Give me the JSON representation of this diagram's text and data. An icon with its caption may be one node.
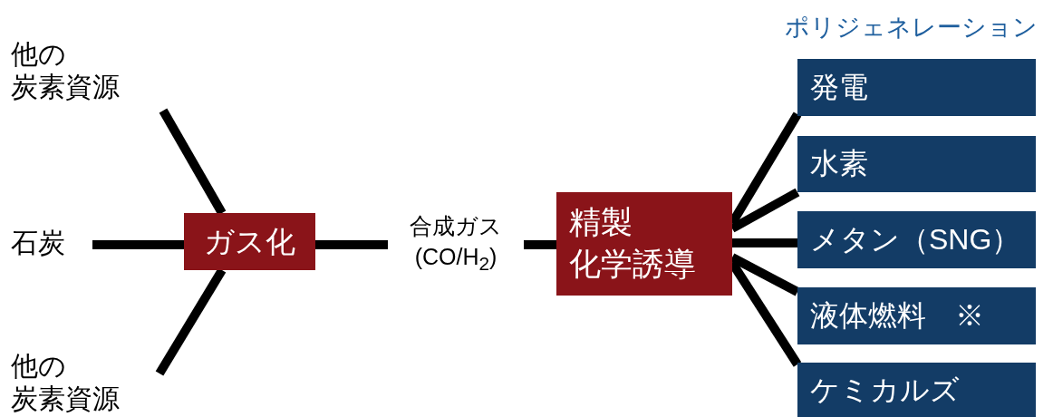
{
  "diagram": {
    "nodes": [
      {
        "text": [
          "他の炭素資源"
        ]
      },
      {
        "text": [
          "石炭"
        ]
      },
      {
        "text": [
          "他の炭素資源"
        ]
      },
      {
        "text": [
          "ガス化"
        ]
      },
      {
        "text": [
          "合成ガス (CO/H$_{2}$)"
        ]
      },
      {
        "text": [
          "精製化学誘導"
        ]
      },
      {
        "text": [
          "発電"
        ]
      },
      {
        "text": [
          "水素"
        ]
      },
      {
        "text": [
          "メタン（SNG）"
        ]
      },
      {
        "text": [
          "液体燃料　※"
        ]
      },
      {
        "text": [
          "ケミカルズ"
        ]
      }
    ],
    "edges": [
      {
        "from": 0,
        "to": 3,
        "arrow": "none"
      },
      {
        "from": 1,
        "to": 3,
        "arrow": "none"
      },
      {
        "from": 2,
        "to": 3,
        "arrow": "none"
      },
      {
        "from": 3,
        "to": 4,
        "arrow": "none"
      },
      {
        "from": 4,
        "to": 5,
        "arrow": "none"
      },
      {
        "from": 5,
        "to": 6,
        "arrow": "none"
      },
      {
        "from": 5,
        "to": 7,
        "arrow": "none"
      },
      {
        "from": 5,
        "to": 8,
        "arrow": "none"
      },
      {
        "from": 5,
        "to": 9,
        "arrow": "none"
      },
      {
        "from": 5,
        "to": 10,
        "arrow": "none"
      }
    ],
    "labels": [
      "ポリジェネレーション"
    ]
  }
}
